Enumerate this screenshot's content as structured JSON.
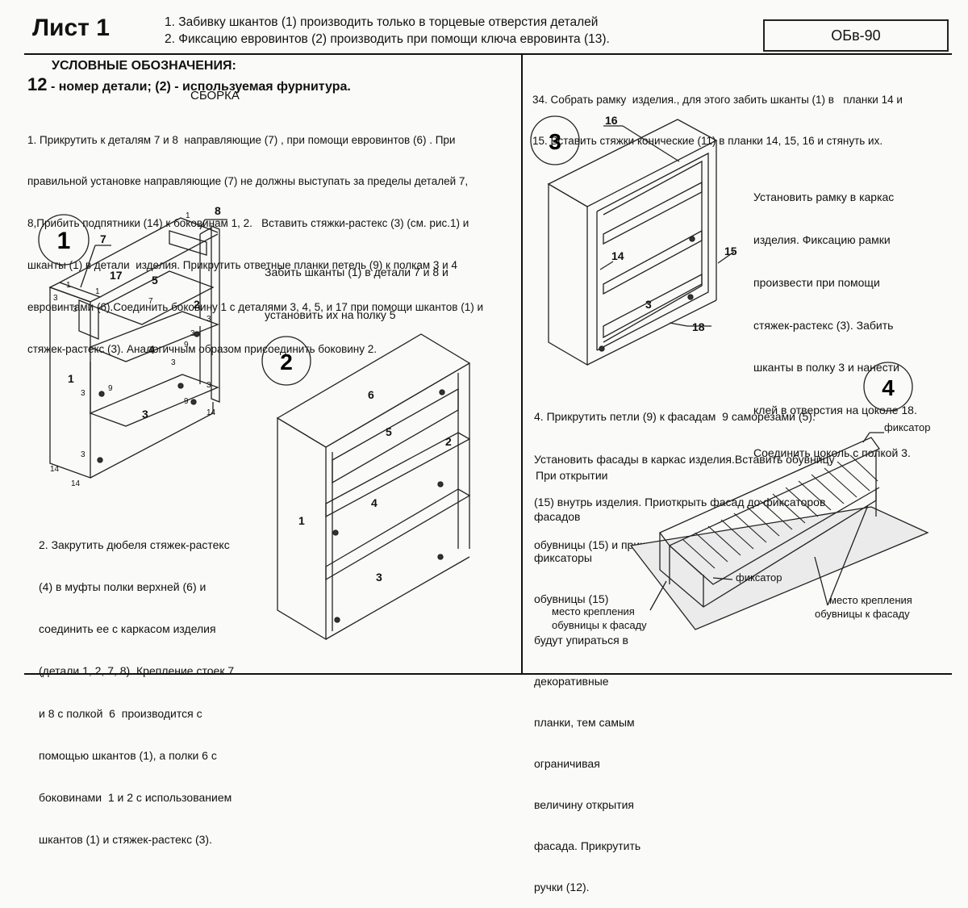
{
  "header": {
    "sheet_title": "Лист 1",
    "notes": [
      "1. Забивку шкантов (1) производить только в торцевые отверстия деталей",
      "2. Фиксацию евровинтов (2) производить при помощи ключа евровинта (13)."
    ],
    "model_code": "ОБв-90"
  },
  "legend": {
    "title": "УСЛОВНЫЕ ОБОЗНАЧЕНИЯ:",
    "number_example": "12",
    "number_text": "- номер детали;",
    "fittings_example": "(2)",
    "fittings_text": "- используемая фурнитура."
  },
  "assembly": {
    "title": "СБОРКА",
    "step1_lines": [
      "1. Прикрутить к деталям 7 и 8  направляющие (7) , при помощи евровинтов (6) . При",
      "правильной установке направляющие (7) не должны выступать за пределы деталей 7,",
      "8,Прибить подпятники (14) к боковинам 1, 2.   Вставить стяжки-растекс (3) (см. рис.1) и",
      "шканты (1) в детали  изделия. Прикрутить ответные планки петель (9) к полкам 3 и 4",
      "евровинтами (6).Соединить боковину 1 с деталями 3, 4, 5, и 17 при помощи шкантов (1) и",
      "стяжек-растекс (3). Аналогичным образом присоединить боковину 2."
    ],
    "fig1_note_lines": [
      "Забить шканты (1) в детали 7 и 8 и",
      "установить их на полку 5"
    ],
    "step2_lines": [
      "2. Закрутить дюбеля стяжек-растекс",
      "(4) в муфты полки верхней (6) и",
      "соединить ее с каркасом изделия",
      "(детали 1, 2, 7, 8). Крепление стоек 7",
      "и 8 с полкой  6  производится с",
      "помощью шкантов (1), а полки 6 с",
      "боковинами  1 и 2 с использованием",
      "шкантов (1) и стяжек-растекс (3)."
    ],
    "step3_lines": [
      "34. Собрать рамку  изделия., для этого забить шканты (1) в   планки 14 и",
      "15. Вставить стяжки конические (11) в планки 14, 15, 16 и стянуть их."
    ],
    "fig3_note_lines": [
      "Установить рамку в каркас",
      "изделия. Фиксацию рамки",
      "произвести при помощи",
      "стяжек-растекс (3). Забить",
      "шканты в полку 3 и нанести",
      "клей в отверстия на цоколе 18.",
      "Соединить цоколь с полкой 3."
    ],
    "step4_lines": [
      "4. Прикрутить петли (9) к фасадам  9 саморезами (5).",
      "Установить фасады в каркас изделия.Вставить обувницу",
      "(15) внутрь изделия. Приоткрыть фасад до фиксаторов",
      "обувницы (15) и прикрутить ее к фасаду."
    ],
    "step4_note_lines": [
      "При открытии",
      "фасадов",
      "фиксаторы",
      "обувницы (15)",
      "будут упираться в",
      "декоративные",
      "планки, тем самым",
      "ограничивая",
      "величину открытия",
      "фасада. Прикрутить",
      "ручки (12)."
    ]
  },
  "figures": {
    "fig1": {
      "number": "1",
      "labels": [
        "7",
        "8",
        "17",
        "5",
        "2",
        "4",
        "1",
        "3",
        "14",
        "14",
        "14",
        "1",
        "1",
        "1",
        "7",
        "3",
        "3",
        "9",
        "9",
        "9",
        "3",
        "3",
        "3",
        "3",
        "3",
        "3"
      ]
    },
    "fig2": {
      "number": "2",
      "labels": [
        "6",
        "5",
        "2",
        "1",
        "4",
        "3"
      ]
    },
    "fig3": {
      "number": "3",
      "labels": [
        "16",
        "14",
        "15",
        "3",
        "18"
      ]
    },
    "fig4": {
      "number": "4",
      "latch_label": "фиксатор",
      "mount_label_left_lines": [
        "место крепления",
        "обувницы к фасаду"
      ],
      "mount_label_right_lines": [
        "место крепления",
        "обувницы к фасаду"
      ]
    }
  }
}
